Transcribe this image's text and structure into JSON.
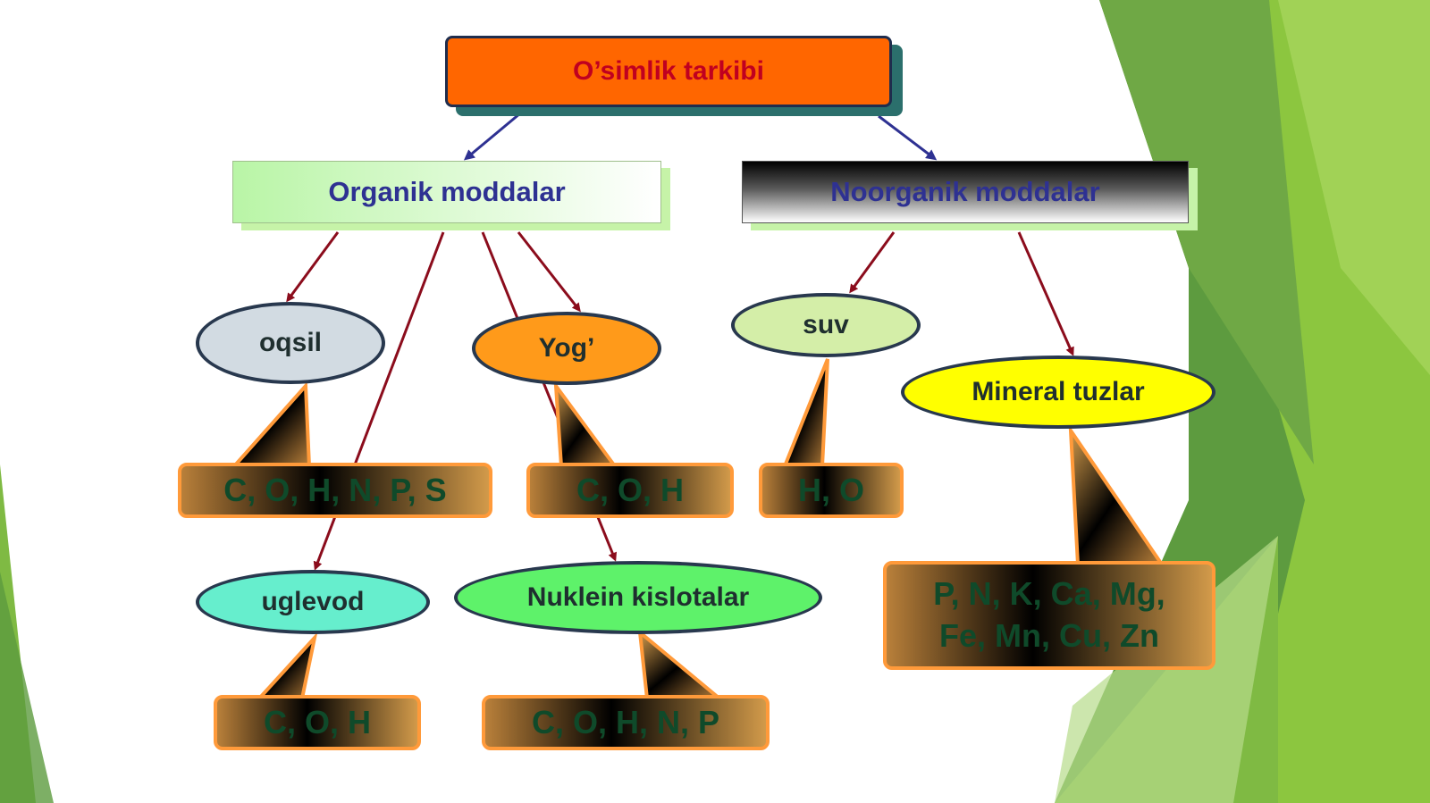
{
  "colors": {
    "green_dark": "#5a9a3a",
    "green_light": "#8cc63f",
    "arrow_red": "#8b0c1c",
    "arrow_blue": "#2e3192"
  },
  "nodes": {
    "root": "O’simlik tarkibi",
    "organic": "Organik moddalar",
    "inorganic": "Noorganik moddalar",
    "oqsil": "oqsil",
    "yog": "Yog’",
    "suv": "suv",
    "mineral": "Mineral tuzlar",
    "uglevod": "uglevod",
    "nuklein": "Nuklein kislotalar"
  },
  "callouts": {
    "oqsil": "C, O, H, N, P, S",
    "yog": "C, O, H",
    "suv": "H, O",
    "uglevod": "C, O, H",
    "nuklein": "C, O, H, N, P",
    "mineral_line1": "P, N, K, Ca, Mg,",
    "mineral_line2": "Fe, Mn, Cu, Zn"
  }
}
